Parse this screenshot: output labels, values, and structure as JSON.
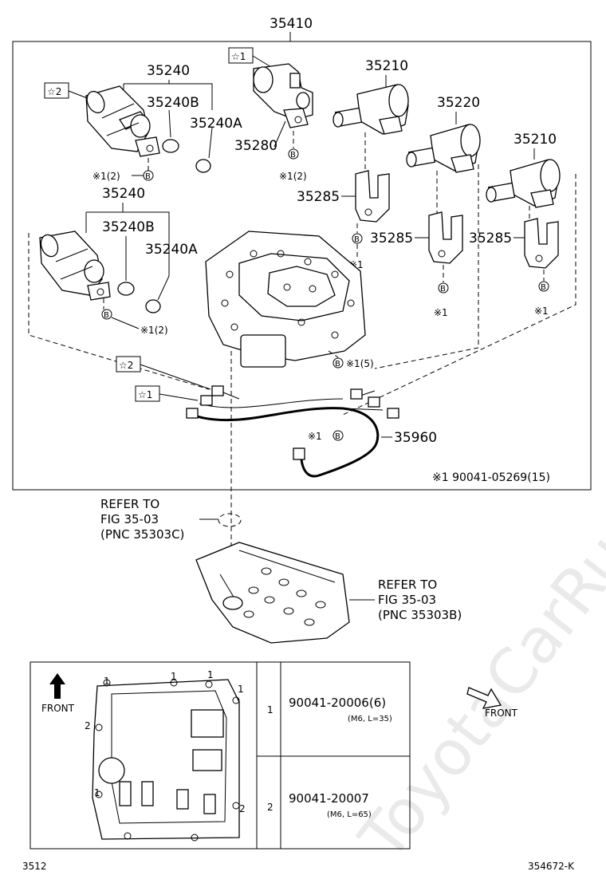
{
  "watermark": "ToyotaCarRu",
  "main_group": {
    "part_no": "35410"
  },
  "star_labels": {
    "s1": "☆1",
    "s2": "☆2"
  },
  "parts": {
    "p35240_top": "35240",
    "p35240b_top": "35240B",
    "p35240a_top": "35240A",
    "p35240_bot": "35240",
    "p35240b_bot": "35240B",
    "p35240a_bot": "35240A",
    "p35280": "35280",
    "p35210_a": "35210",
    "p35220": "35220",
    "p35210_b": "35210",
    "p35285_a": "35285",
    "p35285_b": "35285",
    "p35285_c": "35285",
    "p35960": "35960"
  },
  "bolt_refs": {
    "b_symbol": "B",
    "r1_2": "※1(2)",
    "r1": "※1",
    "r1_5": "※1(5)",
    "r1_dash": "※1"
  },
  "footnote": "※1 90041-05269(15)",
  "refer_a": {
    "line1": "REFER TO",
    "line2": "FIG 35-03",
    "line3": "(PNC 35303C)"
  },
  "refer_b": {
    "line1": "REFER TO",
    "line2": "FIG 35-03",
    "line3": "(PNC 35303B)"
  },
  "bolt_table": {
    "front_label": "FRONT",
    "rows": [
      {
        "key": "1",
        "part": "90041-20006(6)",
        "spec": "(M6, L=35)"
      },
      {
        "key": "2",
        "part": "90041-20007",
        "spec": "(M6, L=65)"
      }
    ],
    "markers": {
      "one": "1",
      "two": "2"
    }
  },
  "front_arrow_label": "FRONT",
  "page_code_left": "3512",
  "page_code_right": "354672-K"
}
